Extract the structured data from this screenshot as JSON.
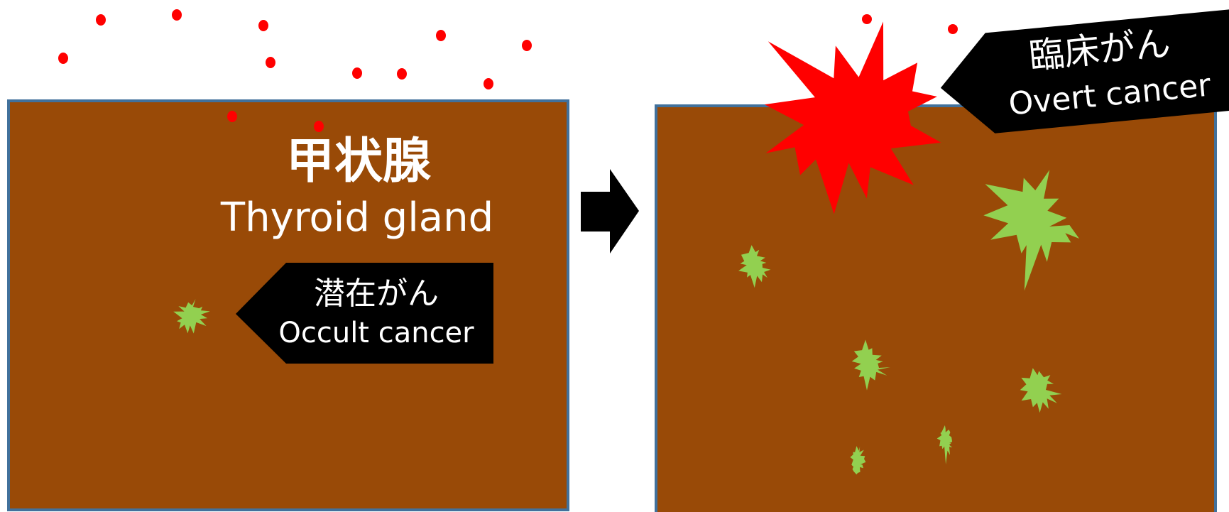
{
  "left_panel": {
    "title_ja": "甲状腺",
    "title_en": "Thyroid gland",
    "callout_ja": "潜在がん",
    "callout_en": "Occult cancer"
  },
  "right_panel": {
    "callout_ja": "臨床がん",
    "callout_en": "Overt cancer"
  },
  "colors": {
    "gland_fill": "#994a07",
    "gland_border": "#41719c",
    "occult_tumor": "#92d050",
    "overt_tumor": "#ff0000",
    "dot": "#ff0000",
    "callout_bg": "#000000",
    "text": "#ffffff"
  },
  "icons": {
    "transition": "right-arrow-icon",
    "occult_tumor": "green-starburst-icon",
    "overt_tumor": "red-starburst-icon"
  }
}
